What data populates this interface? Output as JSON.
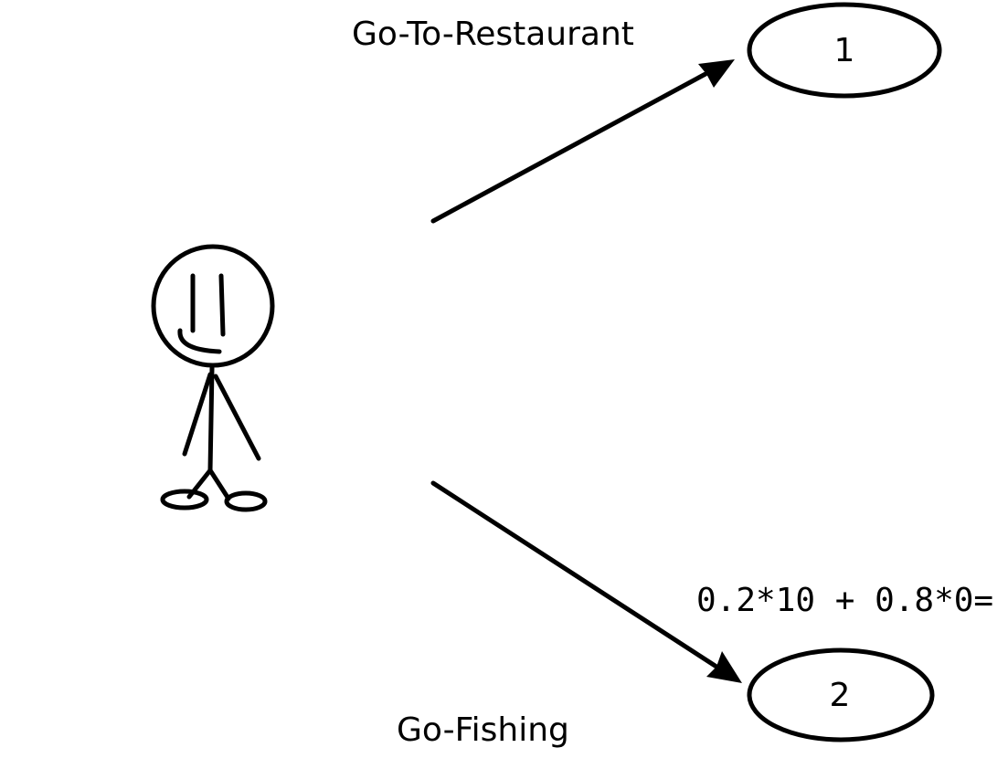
{
  "diagram": {
    "edges": [
      {
        "label": "Go-To-Restaurant"
      },
      {
        "label": "Go-Fishing"
      }
    ],
    "nodes": [
      {
        "label": "1"
      },
      {
        "label": "2"
      }
    ],
    "annotation": "0.2*10 + 0.8*0="
  }
}
